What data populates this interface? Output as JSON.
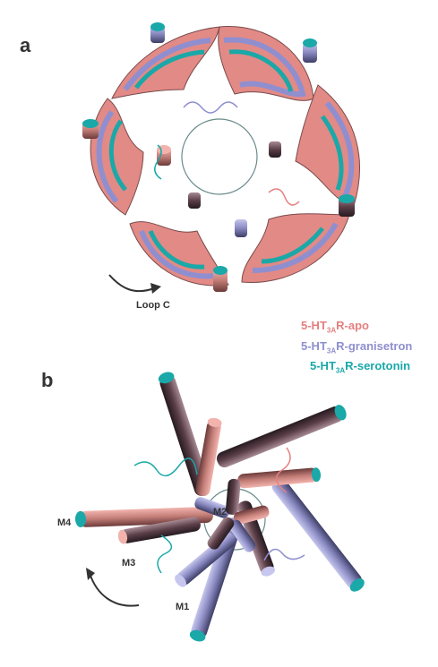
{
  "panels": {
    "a": {
      "label": "a",
      "annotation": "Loop C"
    },
    "b": {
      "label": "b",
      "annotations": [
        "M1",
        "M2",
        "M3",
        "M4"
      ]
    }
  },
  "legend": [
    {
      "prefix": "5-HT",
      "sub": "3A",
      "suffix": "R-apo",
      "color": "#e57f7f"
    },
    {
      "prefix": "5-HT",
      "sub": "3A",
      "suffix": "R-granisetron",
      "color": "#8f8fd0"
    },
    {
      "prefix": "5-HT",
      "sub": "3A",
      "suffix": "R-serotonin",
      "color": "#1aa8a8"
    }
  ]
}
